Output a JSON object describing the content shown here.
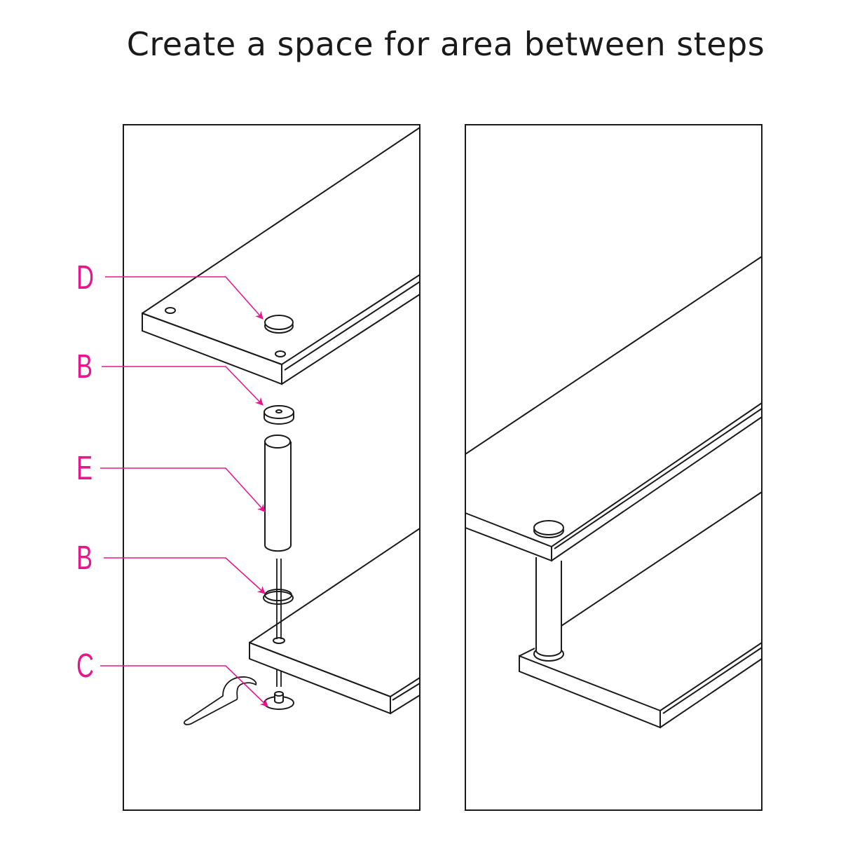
{
  "title": "Create a space for area between steps",
  "colors": {
    "accent": "#e6168e",
    "line": "#1a1a1a",
    "background": "#ffffff"
  },
  "panels": [
    {
      "id": "left",
      "description": "Exploded view of spacer assembly between two steps",
      "callouts": [
        {
          "label": "D",
          "part": "cap"
        },
        {
          "label": "B",
          "part": "washer"
        },
        {
          "label": "E",
          "part": "spacer tube"
        },
        {
          "label": "B",
          "part": "washer"
        },
        {
          "label": "C",
          "part": "base nut with spanner"
        }
      ]
    },
    {
      "id": "right",
      "description": "Assembled view with spacer between steps"
    }
  ]
}
